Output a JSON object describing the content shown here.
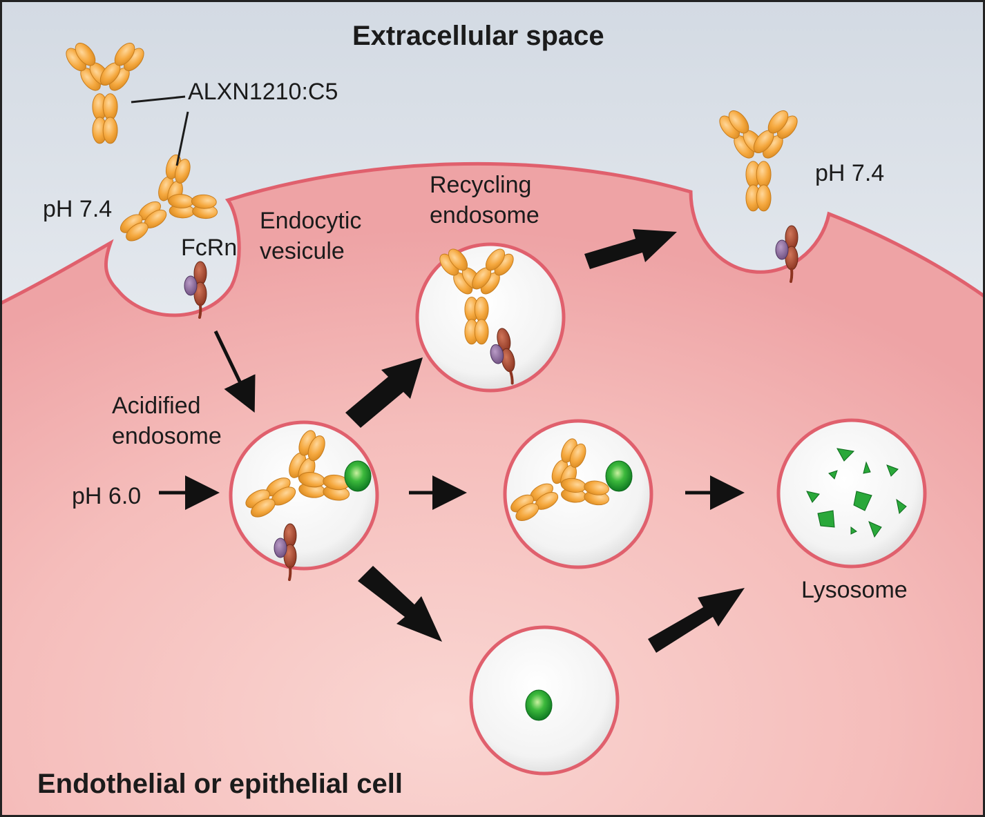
{
  "diagram": {
    "title_top": "Extracellular space",
    "title_bottom": "Endothelial or epithelial cell",
    "labels": {
      "antibody_complex": "ALXN1210:C5",
      "ph_left": "pH 7.4",
      "ph_right": "pH 7.4",
      "fcrn": "FcRn",
      "endocytic_vesicle_line1": "Endocytic",
      "endocytic_vesicle_line2": "vesicule",
      "recycling_endosome_line1": "Recycling",
      "recycling_endosome_line2": "endosome",
      "acidified_endosome_line1": "Acidified",
      "acidified_endosome_line2": "endosome",
      "ph_acid": "pH 6.0",
      "lysosome": "Lysosome"
    },
    "colors": {
      "extracellular_top": "#d3dae3",
      "extracellular_bottom": "#ffffff",
      "cell_fill": "#f1a9aa",
      "cell_fill_light": "#f9d2cf",
      "membrane": "#e0606d",
      "vesicle_fill": "#f2f2f2",
      "antibody": "#f5a83e",
      "fcrn_heavy": "#a8472f",
      "fcrn_light": "#8a6a9a",
      "c5": "#22a22c",
      "arrow": "#111111"
    }
  }
}
